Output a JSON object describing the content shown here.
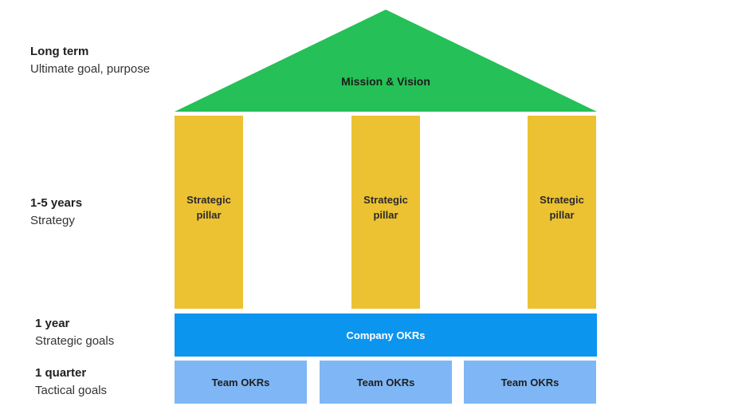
{
  "levels": [
    {
      "title": "Long term",
      "subtitle": "Ultimate goal, purpose"
    },
    {
      "title": "1-5 years",
      "subtitle": "Strategy"
    },
    {
      "title": "1 year",
      "subtitle": "Strategic goals"
    },
    {
      "title": "1 quarter",
      "subtitle": "Tactical goals"
    }
  ],
  "roof": {
    "label": "Mission & Vision",
    "color": "#25c057"
  },
  "pillars": [
    {
      "label": "Strategic\npillar"
    },
    {
      "label": "Strategic\npillar"
    },
    {
      "label": "Strategic\npillar"
    }
  ],
  "pillar_color": "#edc232",
  "company": {
    "label": "Company OKRs",
    "color": "#0c95ef"
  },
  "teams": [
    {
      "label": "Team OKRs"
    },
    {
      "label": "Team OKRs"
    },
    {
      "label": "Team OKRs"
    }
  ],
  "team_color": "#7fb6f5"
}
